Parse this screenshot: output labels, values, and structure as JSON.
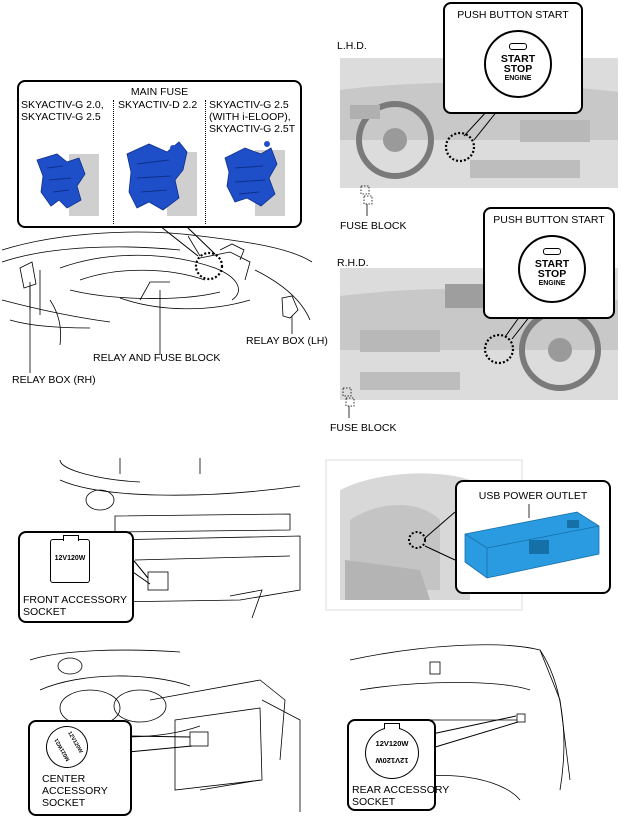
{
  "main_fuse": {
    "title": "MAIN FUSE",
    "col1": [
      "SKYACTIV-G 2.0,",
      "SKYACTIV-G 2.5"
    ],
    "col2": [
      "SKYACTIV-D 2.2"
    ],
    "col3": [
      "SKYACTIV-G 2.5",
      "(WITH i-ELOOP),",
      "SKYACTIV-G 2.5T"
    ]
  },
  "engine_bay": {
    "relay_and_fuse_block": "RELAY AND FUSE BLOCK",
    "relay_box_lh": "RELAY BOX (LH)",
    "relay_box_rh": "RELAY BOX (RH)"
  },
  "lhd": {
    "label": "L.H.D.",
    "callout_title": "PUSH BUTTON START",
    "button_lines": [
      "START",
      "STOP",
      "ENGINE"
    ],
    "fuse_block": "FUSE BLOCK"
  },
  "rhd": {
    "label": "R.H.D.",
    "callout_title": "PUSH BUTTON START",
    "button_lines": [
      "START",
      "STOP",
      "ENGINE"
    ],
    "fuse_block": "FUSE BLOCK"
  },
  "front_socket": {
    "cap_text": "12V120W",
    "label": [
      "FRONT ACCESSORY",
      "SOCKET"
    ]
  },
  "usb": {
    "label": "USB POWER OUTLET"
  },
  "center_socket": {
    "cap_text_1": "12V120W",
    "cap_text_2": "M021W21",
    "label": [
      "CENTER",
      "ACCESSORY",
      "SOCKET"
    ]
  },
  "rear_socket": {
    "cap_text_top": "12V120W",
    "cap_text_bottom": "12V120W",
    "label": [
      "REAR ACCESSORY",
      "SOCKET"
    ]
  },
  "colors": {
    "fuse_blue": "#1f4fc8",
    "usb_blue": "#2a9be0",
    "interior_gray": "#d6d6d6",
    "line": "#000000"
  }
}
